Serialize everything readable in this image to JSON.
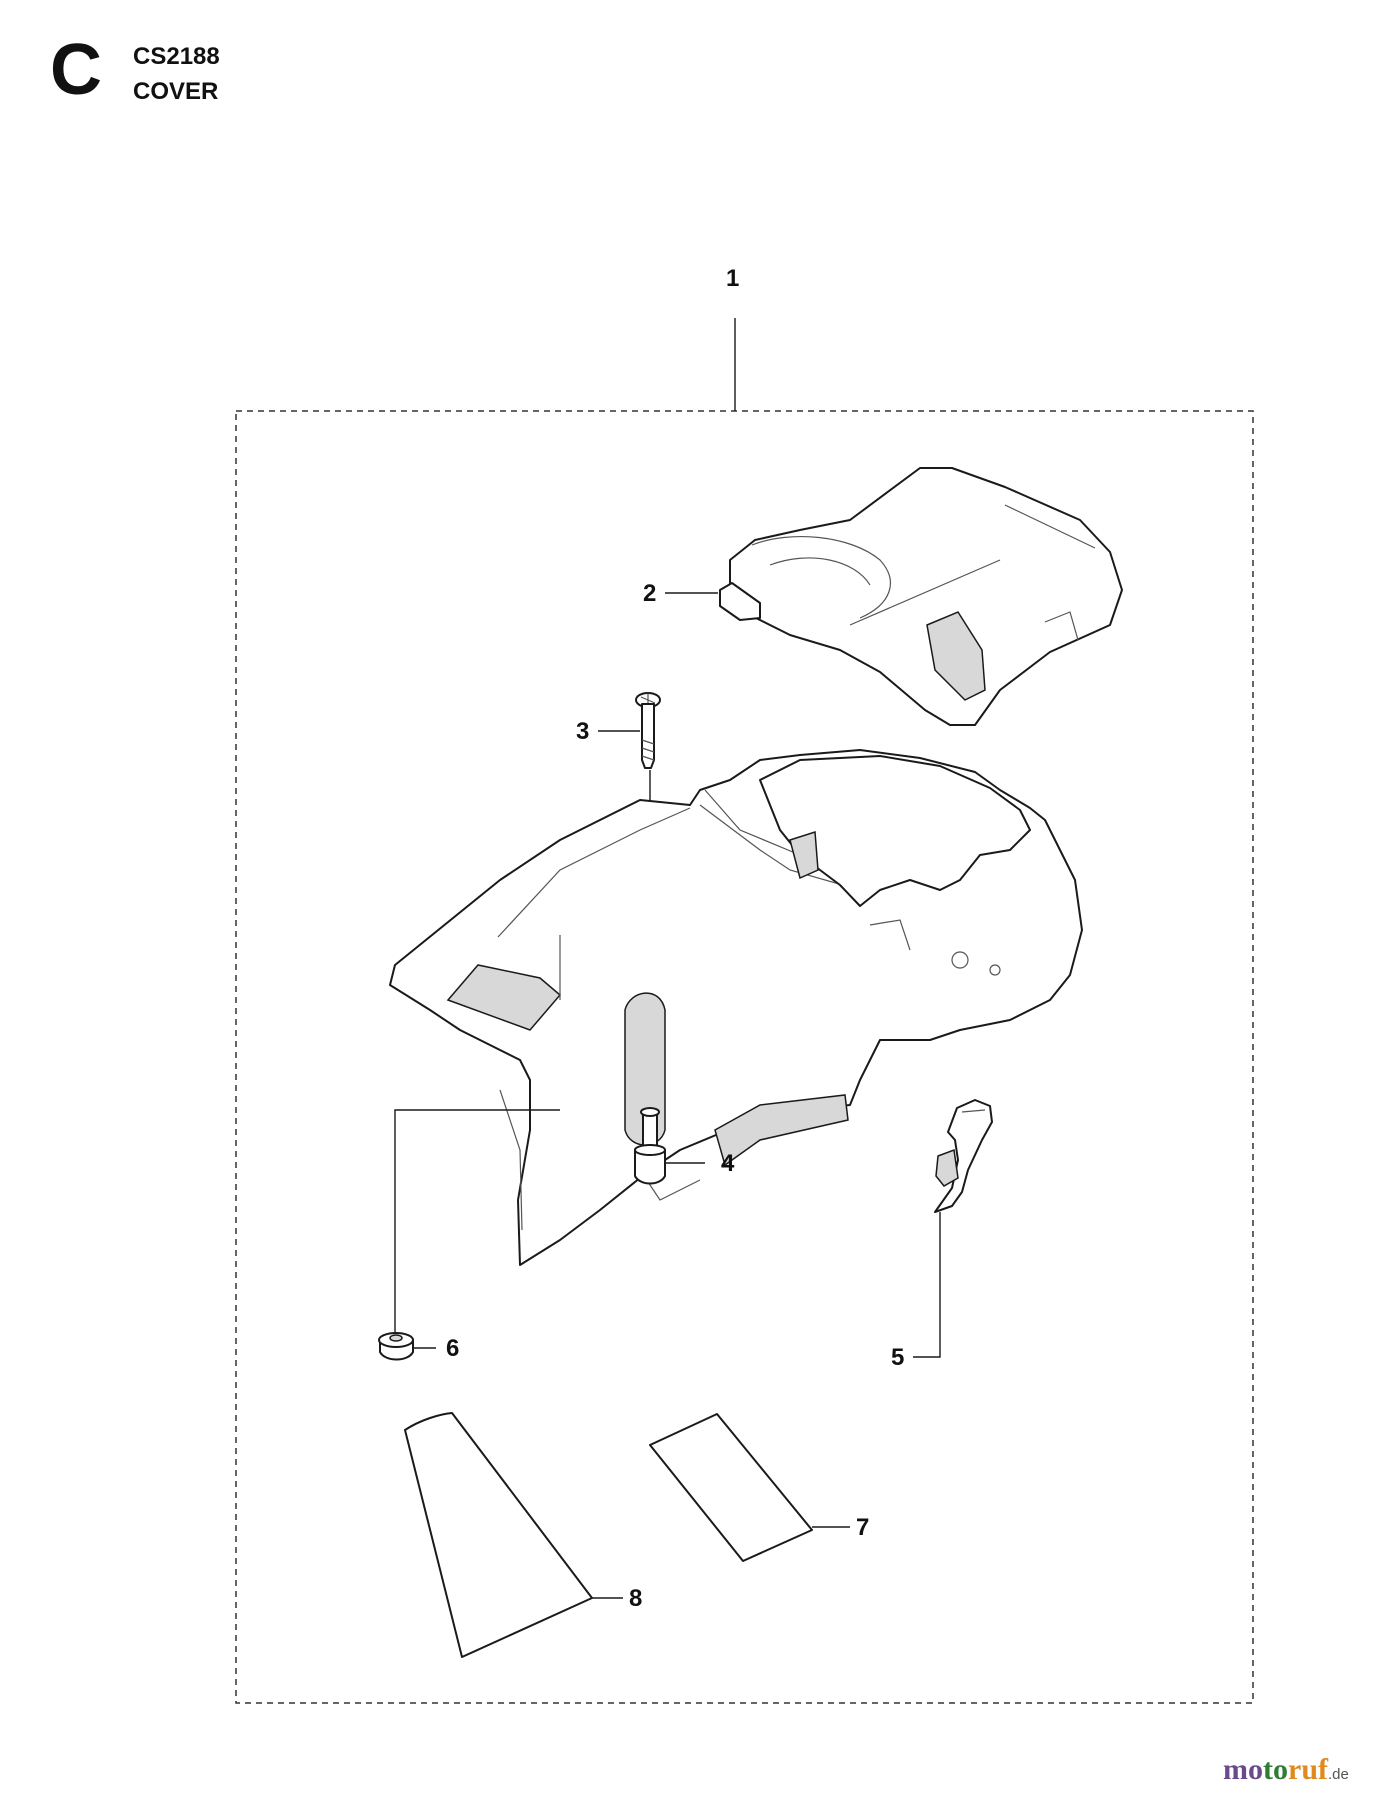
{
  "header": {
    "section_letter": "C",
    "model_code": "CS2188",
    "group_title": "COVER"
  },
  "callouts": [
    {
      "id": "1",
      "label": "1"
    },
    {
      "id": "2",
      "label": "2"
    },
    {
      "id": "3",
      "label": "3"
    },
    {
      "id": "4",
      "label": "4"
    },
    {
      "id": "5",
      "label": "5"
    },
    {
      "id": "6",
      "label": "6"
    },
    {
      "id": "7",
      "label": "7"
    },
    {
      "id": "8",
      "label": "8"
    }
  ],
  "watermark": {
    "parts": [
      {
        "text": "mo",
        "color": "#6a4a8a"
      },
      {
        "text": "to",
        "color": "#2e7d32"
      },
      {
        "text": "ruf",
        "color": "#e08a1e"
      }
    ],
    "tld": ".de",
    "tld_color": "#555555"
  }
}
